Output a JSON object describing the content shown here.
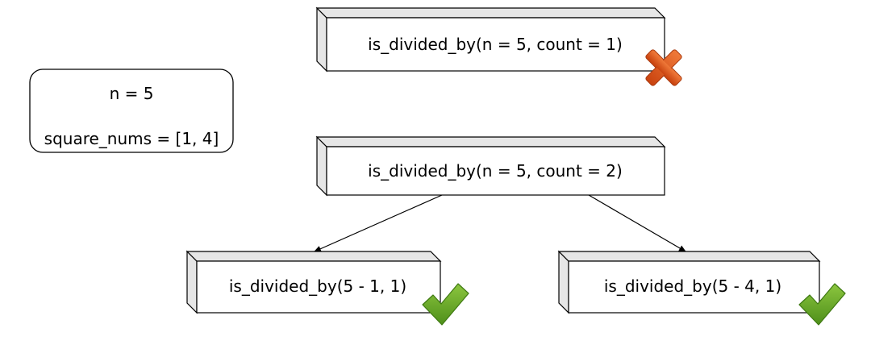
{
  "info_box": {
    "line1": "n = 5",
    "line2": "square_nums = [1, 4]"
  },
  "nodes": [
    {
      "id": "call-count-1",
      "label": "is_divided_by(n = 5, count = 1)",
      "status": "fail",
      "status_icon": "cross-icon"
    },
    {
      "id": "call-count-2",
      "label": "is_divided_by(n = 5, count = 2)",
      "status": "none"
    },
    {
      "id": "call-5-minus-1",
      "label": "is_divided_by(5 - 1, 1)",
      "status": "pass",
      "status_icon": "check-icon"
    },
    {
      "id": "call-5-minus-4",
      "label": "is_divided_by(5 - 4, 1)",
      "status": "pass",
      "status_icon": "check-icon"
    }
  ],
  "edges": [
    {
      "from": "call-count-2",
      "to": "call-5-minus-1"
    },
    {
      "from": "call-count-2",
      "to": "call-5-minus-4"
    }
  ],
  "colors": {
    "box_fill": "#ffffff",
    "box_side": "#e6e6e6",
    "stroke": "#000000",
    "cross": "#d9531e",
    "cross_dark": "#a83a10",
    "check": "#6aa82b",
    "check_dark": "#3f7a12"
  }
}
